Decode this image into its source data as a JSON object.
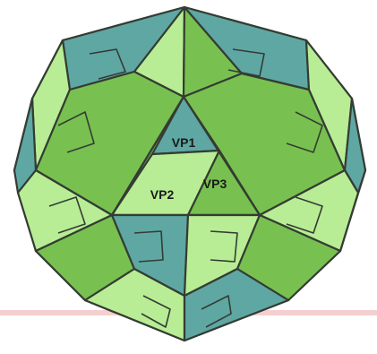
{
  "diagram": {
    "labels": {
      "vp1": "VP1",
      "vp2": "VP2",
      "vp3": "VP3"
    }
  },
  "colors": {
    "teal": "#5fa7a3",
    "mid_green": "#78c150",
    "light_green": "#b8ed95",
    "outline": "#343c33",
    "guide_line": "#f5cfcf",
    "background": "#ffffff"
  }
}
